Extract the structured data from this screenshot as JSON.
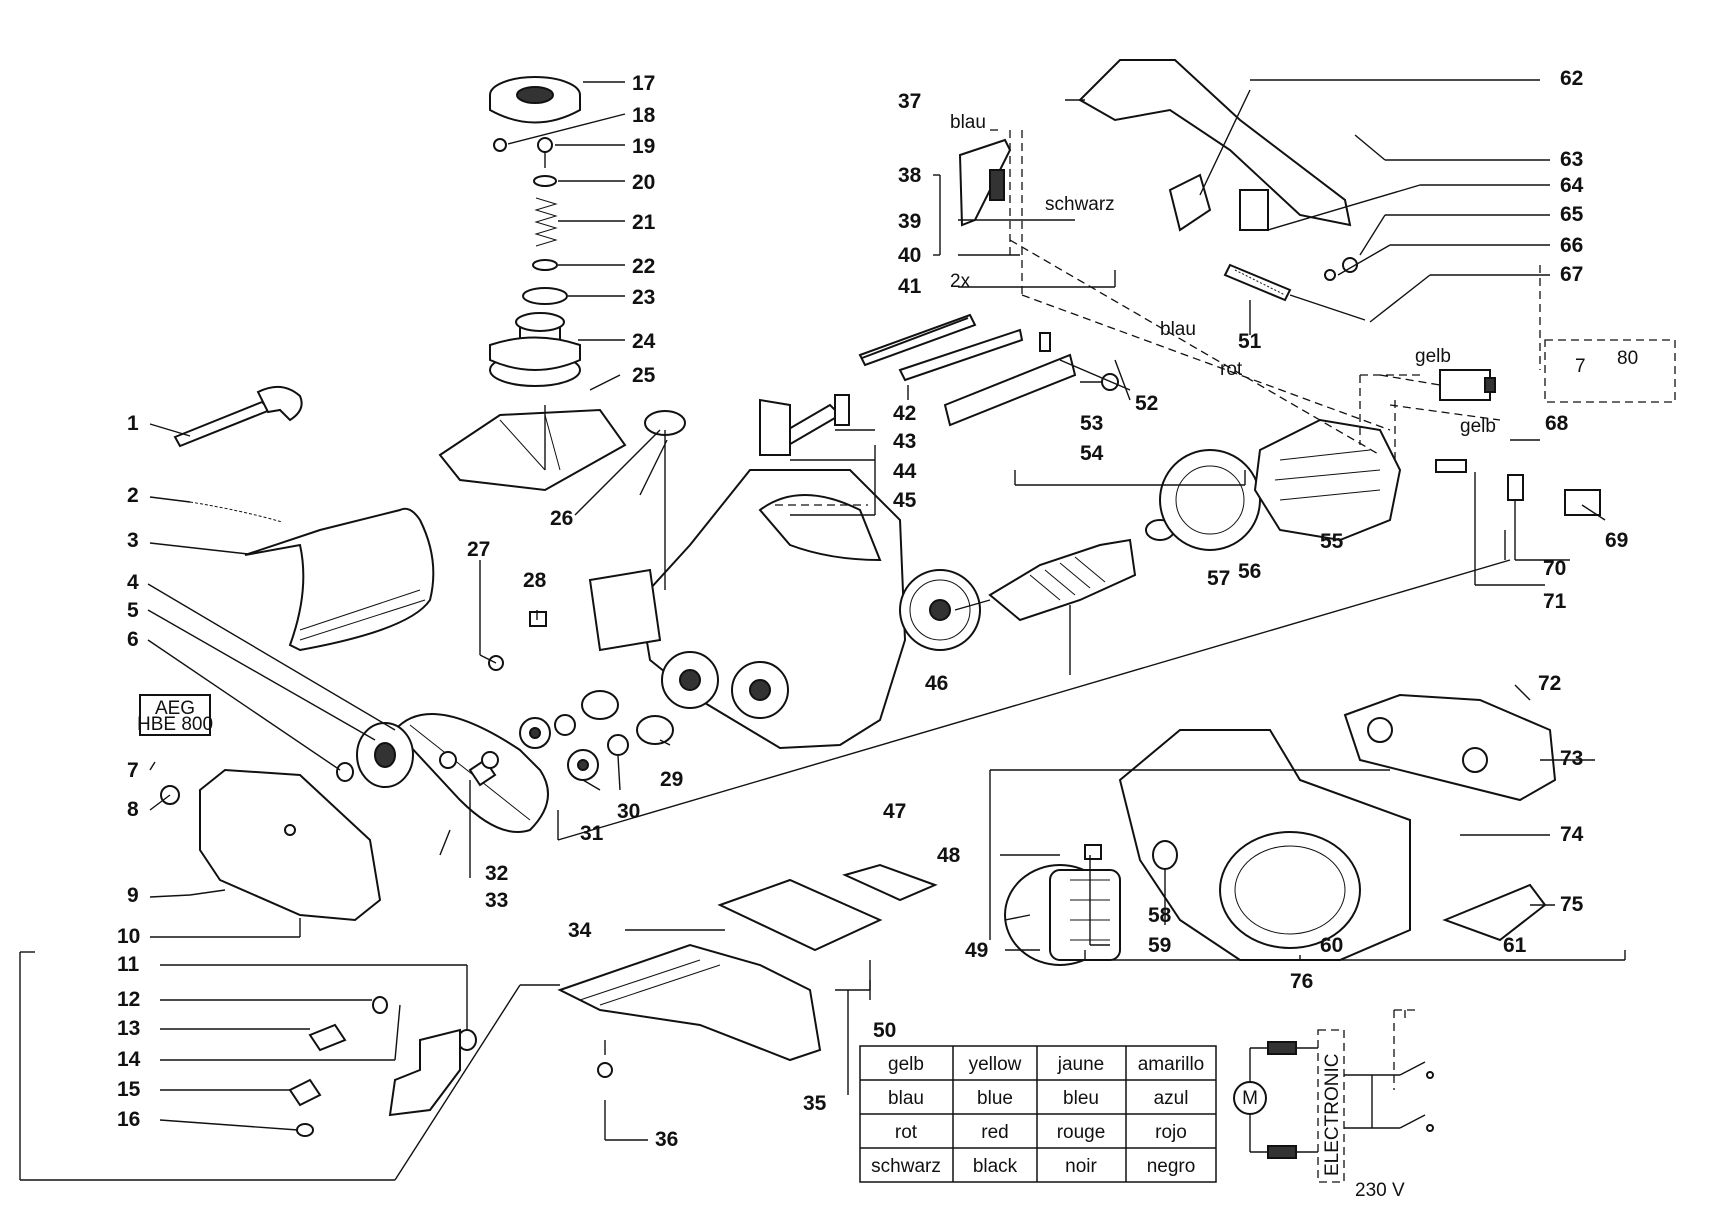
{
  "diagram": {
    "callouts": [
      "1",
      "2",
      "3",
      "4",
      "5",
      "6",
      "7",
      "8",
      "9",
      "10",
      "11",
      "12",
      "13",
      "14",
      "15",
      "16",
      "17",
      "18",
      "19",
      "20",
      "21",
      "22",
      "23",
      "24",
      "25",
      "26",
      "27",
      "28",
      "29",
      "30",
      "31",
      "32",
      "33",
      "34",
      "35",
      "36",
      "37",
      "38",
      "39",
      "40",
      "41",
      "42",
      "43",
      "44",
      "45",
      "46",
      "47",
      "48",
      "49",
      "50",
      "51",
      "52",
      "53",
      "54",
      "55",
      "56",
      "57",
      "58",
      "59",
      "60",
      "61",
      "62",
      "63",
      "64",
      "65",
      "66",
      "67",
      "68",
      "69",
      "70",
      "71",
      "72",
      "73",
      "74",
      "75",
      "76"
    ],
    "nameplate": {
      "line1": "AEG",
      "line2": "HBE 800"
    },
    "wire_labels": {
      "blau_top": "blau",
      "schwarz": "schwarz",
      "two_x": "2x",
      "blau_mid": "blau",
      "rot": "rot",
      "gelb_1": "gelb",
      "gelb_2": "gelb",
      "dim_80": "80",
      "dim_7": "7"
    },
    "color_table": {
      "rows": [
        [
          "gelb",
          "yellow",
          "jaune",
          "amarillo"
        ],
        [
          "blau",
          "blue",
          "bleu",
          "azul"
        ],
        [
          "rot",
          "red",
          "rouge",
          "rojo"
        ],
        [
          "schwarz",
          "black",
          "noir",
          "negro"
        ]
      ]
    },
    "wiring": {
      "module_label": "ELECTRONIC",
      "voltage": "230 V"
    }
  }
}
